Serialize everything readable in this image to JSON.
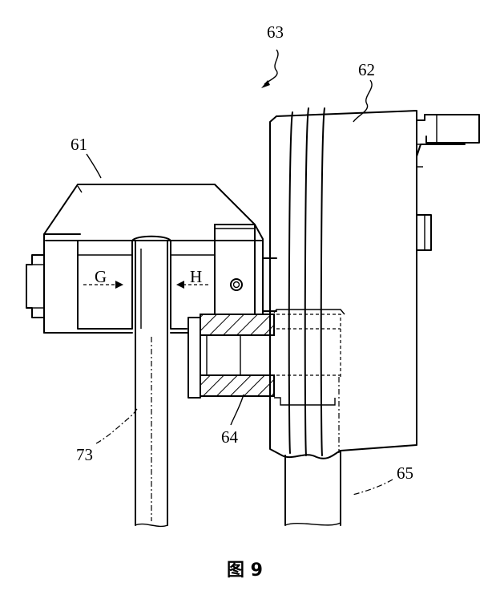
{
  "labels": {
    "assembly": "63",
    "right_unit": "62",
    "left_unit": "61",
    "arrow_left": "G",
    "arrow_right": "H",
    "rod_left": "73",
    "sleeve": "64",
    "rod_right": "65"
  },
  "caption": "图 9"
}
